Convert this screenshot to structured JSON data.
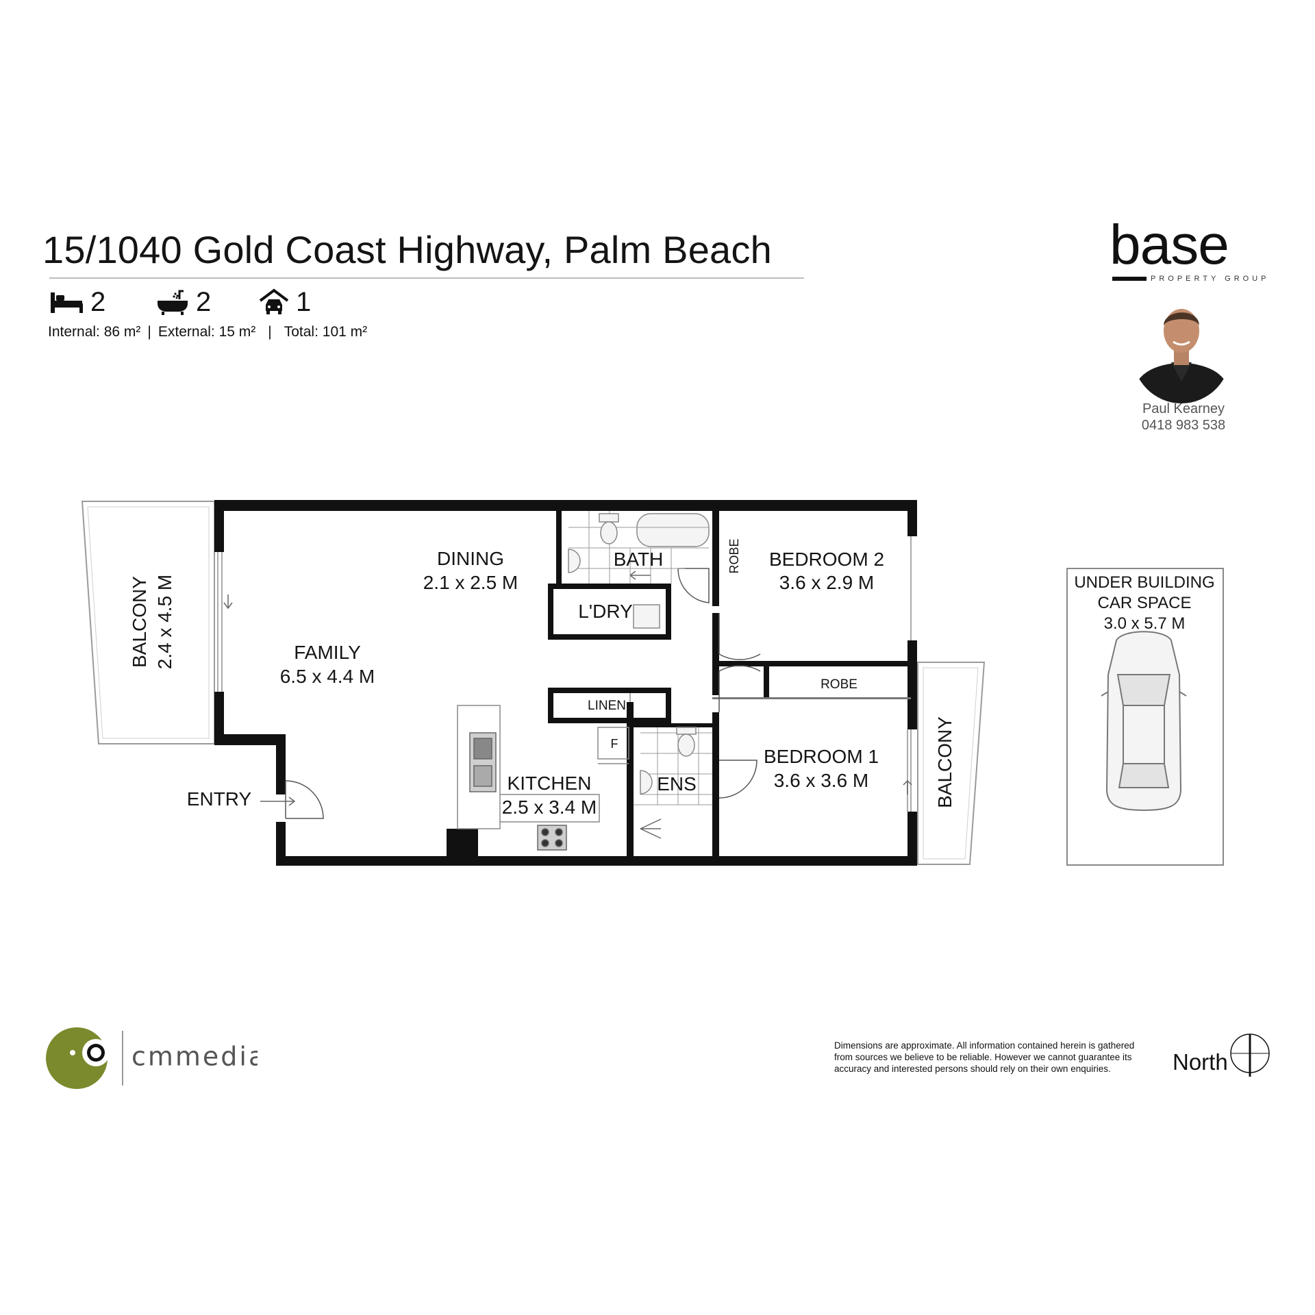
{
  "header": {
    "title": "15/1040 Gold Coast Highway, Palm Beach",
    "beds": "2",
    "baths": "2",
    "cars": "1",
    "internal": "Internal: 86 m²",
    "external": "External: 15 m²",
    "total": "Total: 101 m²",
    "separator": "|"
  },
  "agency": {
    "wordmark": "base",
    "tagline": "PROPERTY GROUP",
    "agent_name": "Paul Kearney",
    "agent_phone": "0418 983 538"
  },
  "plan": {
    "dining_name": "DINING",
    "dining_size": "2.1 x 2.5 M",
    "bath_name": "BATH",
    "laundry_name": "L'DRY",
    "robe_top": "ROBE",
    "bedroom2_name": "BEDROOM 2",
    "bedroom2_size": "3.6 x 2.9 M",
    "balcony_west_name": "BALCONY",
    "balcony_west_size": "2.4 x 4.5 M",
    "family_name": "FAMILY",
    "family_size": "6.5 x 4.4 M",
    "robe_bed1": "ROBE",
    "linen_name": "LINEN",
    "fridge_label": "F",
    "kitchen_name": "KITCHEN",
    "kitchen_size": "2.5 x 3.4 M",
    "ensuite_name": "ENS",
    "bedroom1_name": "BEDROOM 1",
    "bedroom1_size": "3.6 x 3.6 M",
    "balcony_east_name": "BALCONY",
    "entry_name": "ENTRY"
  },
  "car_space": {
    "line1": "UNDER BUILDING",
    "line2": "CAR SPACE",
    "size": "3.0 x 5.7 M"
  },
  "footer": {
    "logo_text": "cmmedia",
    "disclaimer_line1": "Dimensions are approximate.  All information contained herein is gathered",
    "disclaimer_line2": "from sources we believe to be reliable.  However we cannot guarantee its",
    "disclaimer_line3": "accuracy and interested persons should rely on their own enquiries.",
    "north_label": "North"
  },
  "colors": {
    "wall": "#111111",
    "logo_green": "#7a8a2c",
    "text_grey": "#555555"
  }
}
